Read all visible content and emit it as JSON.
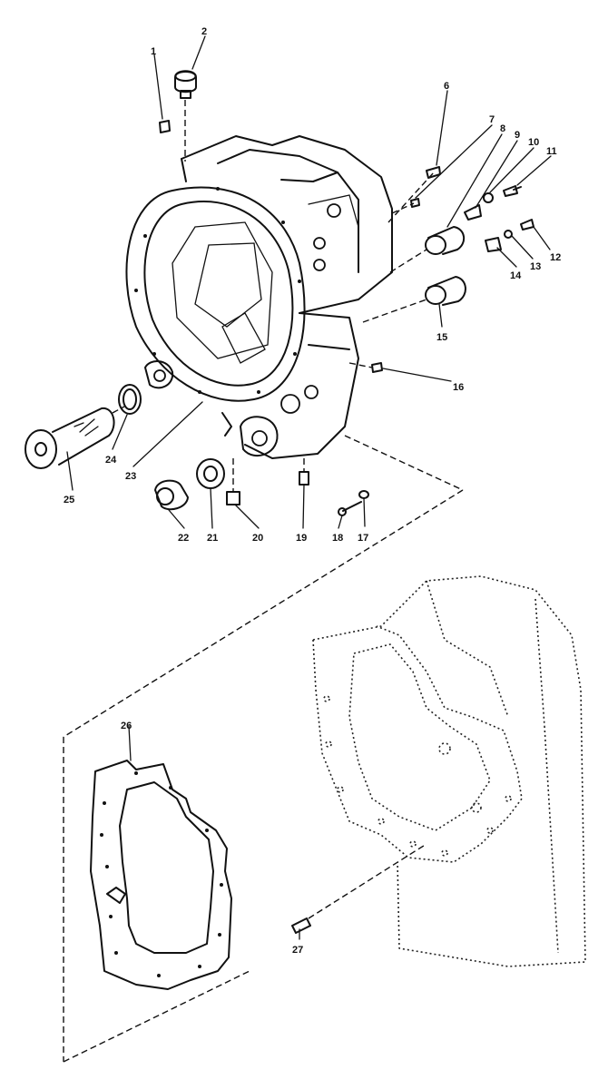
{
  "callouts": [
    "1",
    "2",
    "6",
    "7",
    "8",
    "9",
    "10",
    "11",
    "12",
    "13",
    "14",
    "15",
    "16",
    "17",
    "18",
    "19",
    "20",
    "21",
    "22",
    "23",
    "24",
    "25",
    "26",
    "27"
  ],
  "colors": {
    "ink": "#111111",
    "paper": "#ffffff"
  }
}
